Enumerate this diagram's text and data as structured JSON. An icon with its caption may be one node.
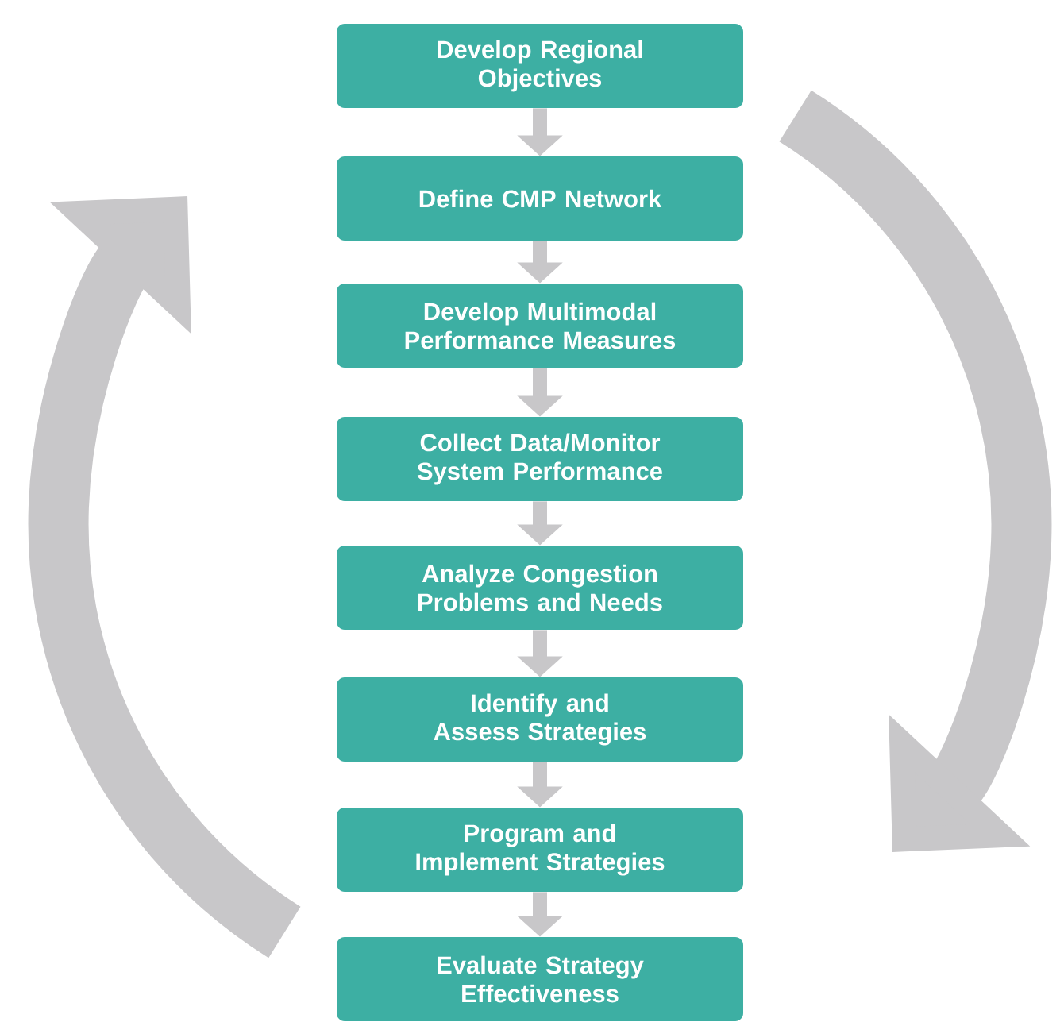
{
  "diagram": {
    "nodes": [
      {
        "text": [
          "Develop Regional Objectives"
        ]
      },
      {
        "text": [
          "Define CMP Network"
        ]
      },
      {
        "text": [
          "Develop Multimodal Performance Measures"
        ]
      },
      {
        "text": [
          "Collect Data/Monitor System Performance"
        ]
      },
      {
        "text": [
          "Analyze Congestion Problems and Needs"
        ]
      },
      {
        "text": [
          "Identify and Assess Strategies"
        ]
      },
      {
        "text": [
          "Program and Implement Strategies"
        ]
      },
      {
        "text": [
          "Evaluate Strategy Effectiveness"
        ]
      }
    ],
    "edges": [
      {
        "from": 0,
        "to": 1,
        "arrow": "to"
      },
      {
        "from": 1,
        "to": 2,
        "arrow": "to"
      },
      {
        "from": 2,
        "to": 3,
        "arrow": "to"
      },
      {
        "from": 3,
        "to": 4,
        "arrow": "to"
      },
      {
        "from": 4,
        "to": 5,
        "arrow": "to"
      },
      {
        "from": 5,
        "to": 6,
        "arrow": "to"
      },
      {
        "from": 6,
        "to": 7,
        "arrow": "to"
      },
      {
        "from": 0,
        "to": null,
        "arrow": "to",
        "style": "thick"
      },
      {
        "from": 7,
        "to": null,
        "arrow": "to",
        "style": "thick"
      }
    ]
  }
}
